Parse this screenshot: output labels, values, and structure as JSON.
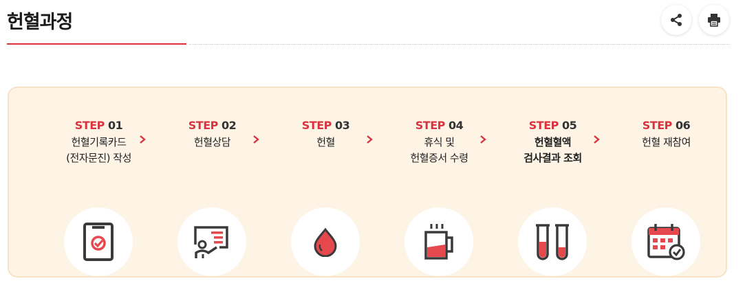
{
  "page": {
    "title": "헌혈과정"
  },
  "toolbar": {
    "share_icon": "share-icon",
    "print_icon": "print-icon"
  },
  "colors": {
    "accent": "#d9333f",
    "panel_bg": "#fdf4e6",
    "panel_border": "#f8e2c5",
    "icon_dark": "#3a3a3a",
    "icon_red": "#e5484d"
  },
  "steps": [
    {
      "word": "STEP",
      "num": "01",
      "desc": "헌혈기록카드\n(전자문진) 작성",
      "icon": "clipboard-check-icon"
    },
    {
      "word": "STEP",
      "num": "02",
      "desc": "헌혈상담",
      "icon": "consultation-icon"
    },
    {
      "word": "STEP",
      "num": "03",
      "desc": "헌혈",
      "icon": "blood-drop-icon"
    },
    {
      "word": "STEP",
      "num": "04",
      "desc": "휴식 및\n헌혈증서 수령",
      "icon": "drink-cup-icon"
    },
    {
      "word": "STEP",
      "num": "05",
      "desc": "헌혈혈액\n검사결과 조회",
      "icon": "test-tubes-icon"
    },
    {
      "word": "STEP",
      "num": "06",
      "desc": "헌혈 재참여",
      "icon": "calendar-check-icon"
    }
  ]
}
